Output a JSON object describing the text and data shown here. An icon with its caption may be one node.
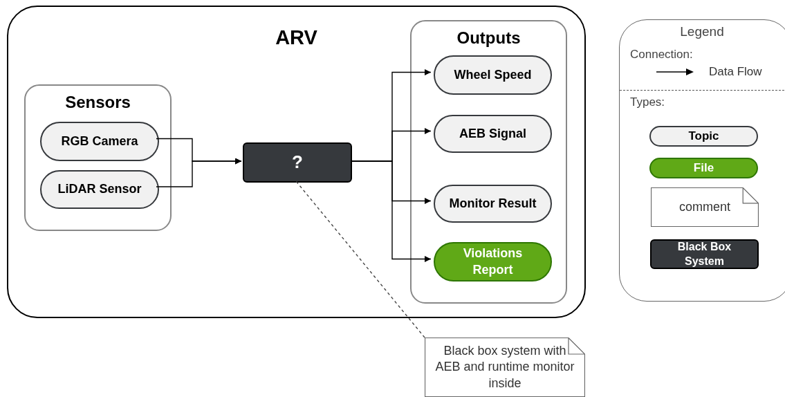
{
  "diagram": {
    "nodes": [
      {
        "text": [
          "ARV"
        ]
      },
      {
        "text": [
          "Sensors"
        ],
        "in": 0
      },
      {
        "text": [
          "RGB Camera"
        ],
        "in": 1
      },
      {
        "text": [
          "LiDAR Sensor"
        ],
        "in": 1
      },
      {
        "text": [
          "?"
        ],
        "in": 0
      },
      {
        "text": [
          "Outputs"
        ],
        "in": 0
      },
      {
        "text": [
          "Wheel Speed"
        ],
        "in": 5
      },
      {
        "text": [
          "AEB Signal"
        ],
        "in": 5
      },
      {
        "text": [
          "Monitor Result"
        ],
        "in": 5
      },
      {
        "text": [
          "Violations Report"
        ],
        "in": 5
      },
      {
        "text": [
          "Black box system with AEB and runtime monitor inside"
        ]
      },
      {
        "text": [
          "Legend",
          "Connection:",
          "Types:"
        ]
      },
      {
        "text": [
          "Topic"
        ],
        "in": 11
      },
      {
        "text": [
          "File"
        ],
        "in": 11
      },
      {
        "text": [
          "comment"
        ],
        "in": 11
      },
      {
        "text": [
          "Black Box System"
        ],
        "in": 11
      }
    ],
    "edges": [
      {
        "from": 2,
        "to": 4,
        "arrow": "to"
      },
      {
        "from": 3,
        "to": 4,
        "arrow": "to"
      },
      {
        "from": 4,
        "to": 6,
        "arrow": "to"
      },
      {
        "from": 4,
        "to": 7,
        "arrow": "to"
      },
      {
        "from": 4,
        "to": 8,
        "arrow": "to"
      },
      {
        "from": 4,
        "to": 9,
        "arrow": "to"
      },
      {
        "from": 10,
        "to": 4,
        "arrow": "none",
        "style": "dashed"
      }
    ],
    "legend": [
      {
        "text": "Data Flow"
      }
    ]
  }
}
